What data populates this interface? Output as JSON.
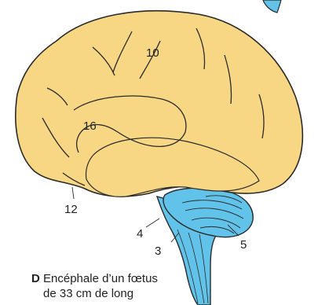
{
  "figure": {
    "letter": "D",
    "caption_line1": "Encéphale d’un fœtus",
    "caption_line2": "de 33 cm de long"
  },
  "labels": {
    "l10": "10",
    "l16": "16",
    "l12": "12",
    "l4": "4",
    "l3": "3",
    "l5": "5"
  },
  "colors": {
    "cerebrum": "#F7D784",
    "brainstem": "#62C3EA",
    "outline": "#2a2a2a"
  }
}
